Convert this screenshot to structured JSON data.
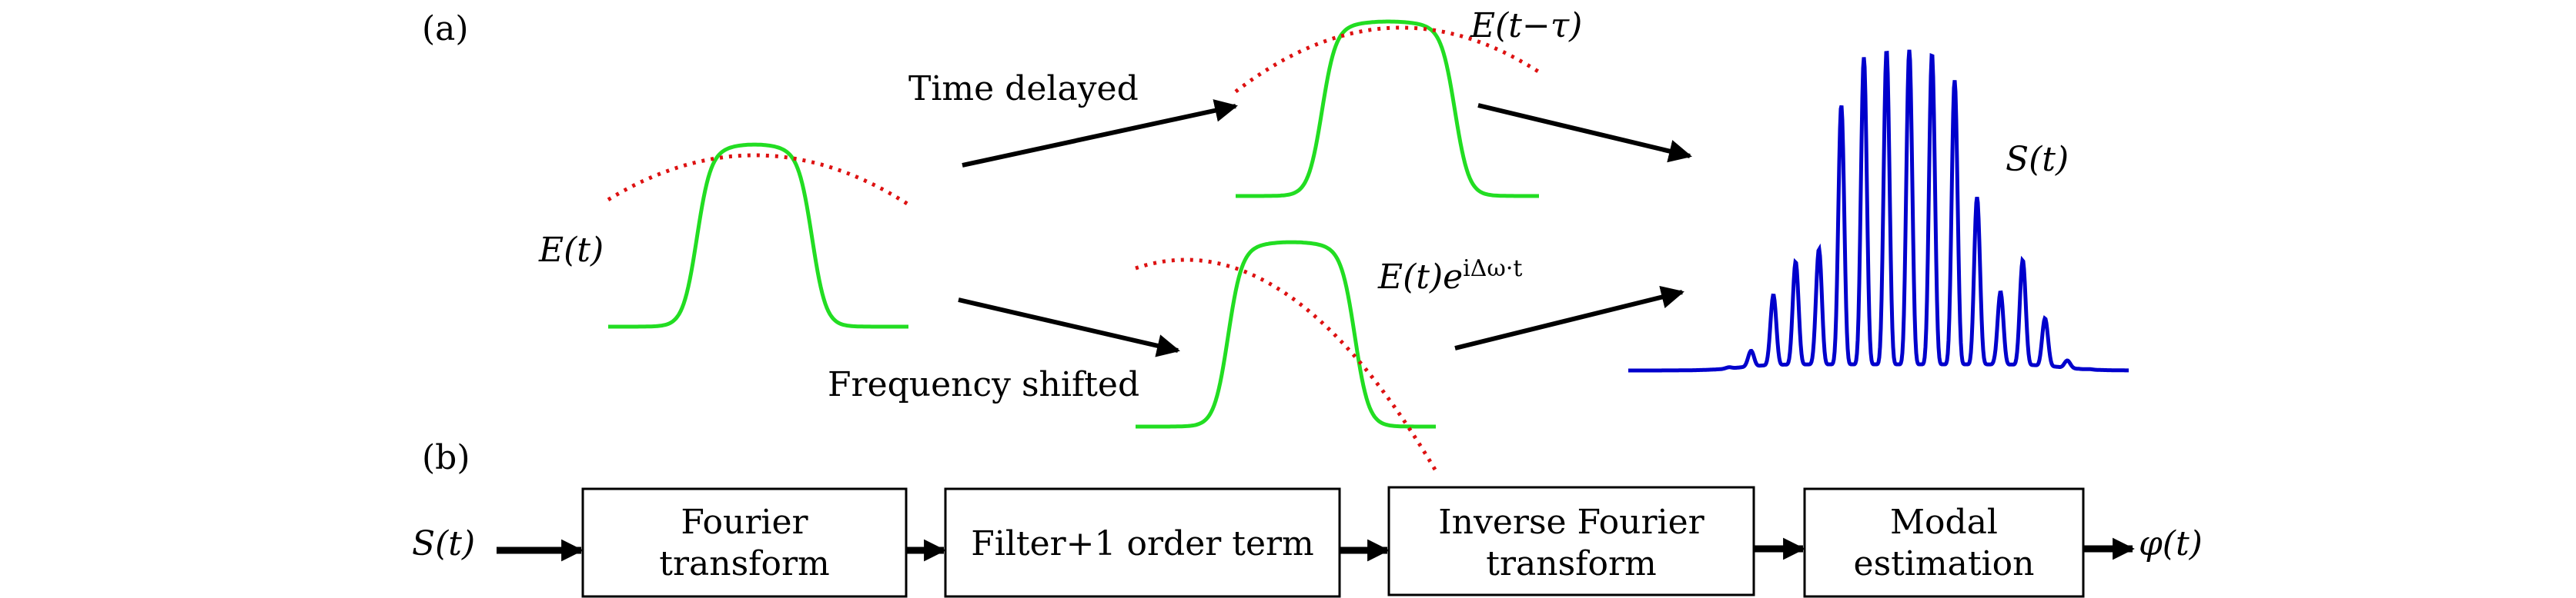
{
  "panel_a": {
    "label": "(a)",
    "input_label": "E(t)",
    "delayed_label": "E(t−τ)",
    "shifted_label_base": "E(t)e",
    "shifted_label_exp": "iΔω·t",
    "output_label": "S(t)",
    "time_delayed_text": "Time delayed",
    "frequency_shifted_text": "Frequency shifted"
  },
  "panel_b": {
    "label": "(b)",
    "input_label": "S(t)",
    "output_label": "φ(t)",
    "steps": [
      {
        "line1": "Fourier",
        "line2": "transform"
      },
      {
        "line1": "Filter+1 order term",
        "line2": ""
      },
      {
        "line1": "Inverse Fourier",
        "line2": "transform"
      },
      {
        "line1": "Modal",
        "line2": "estimation"
      }
    ]
  },
  "colors": {
    "pulse": "#22dd22",
    "phase": "#dd1111",
    "interferogram": "#0000cc",
    "arrow": "#000000"
  }
}
